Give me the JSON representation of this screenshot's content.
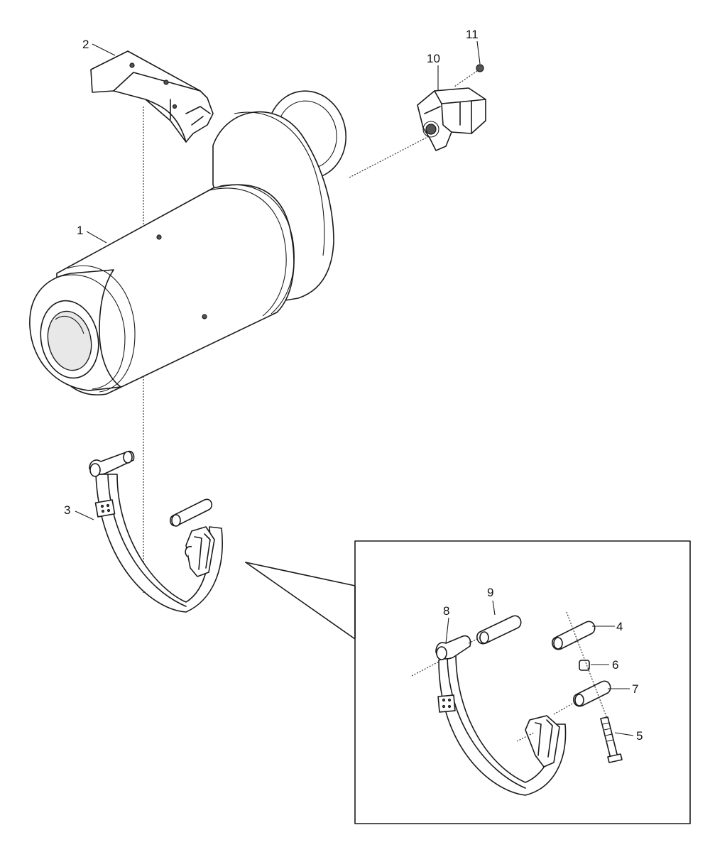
{
  "callouts": {
    "c1": "1",
    "c2": "2",
    "c3": "3",
    "c4": "4",
    "c5": "5",
    "c6": "6",
    "c7": "7",
    "c8": "8",
    "c9": "9",
    "c10": "10",
    "c11": "11"
  },
  "colors": {
    "line": "#1a1a1a",
    "background": "#ffffff",
    "shade": "#e8e8e8"
  }
}
